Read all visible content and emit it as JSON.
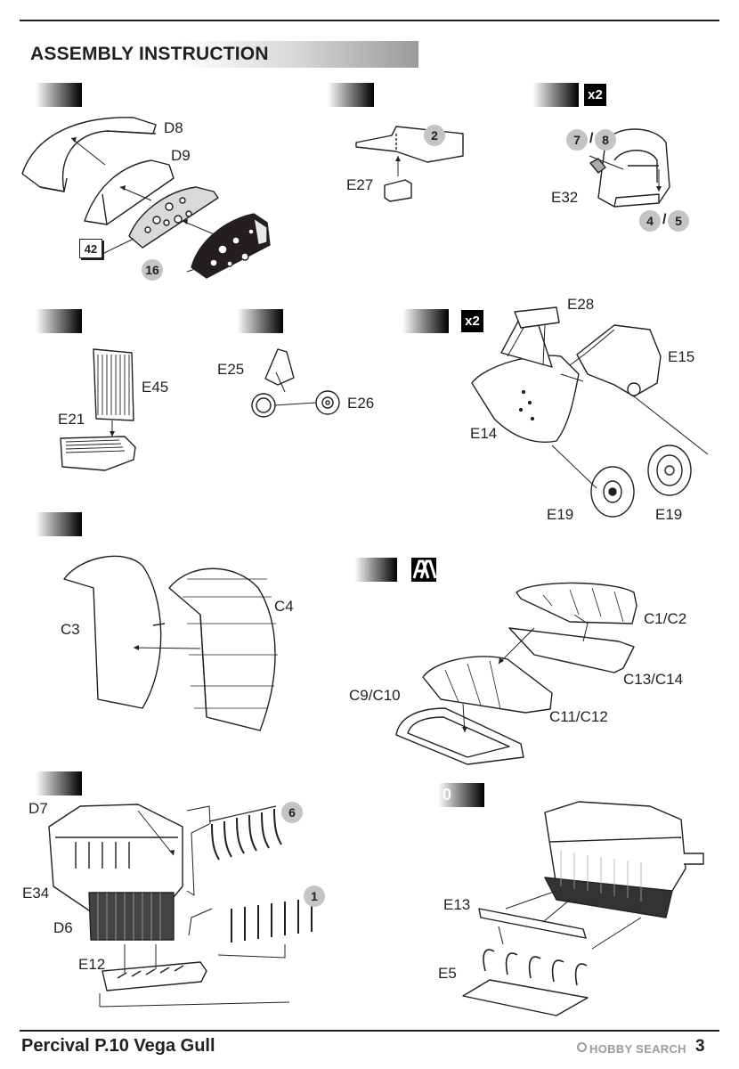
{
  "page": {
    "heading": "ASSEMBLY INSTRUCTION",
    "footer_title": "Percival P.10 Vega Gull",
    "page_number": "3",
    "watermark": "HOBBY SEARCH"
  },
  "badges": {
    "x2_seat": "x2",
    "x2_gear": "x2",
    "aa_icon": "AA"
  },
  "steps": {
    "panel": {
      "labels": [
        "D8",
        "D9"
      ],
      "refs": [
        "42",
        "16"
      ]
    },
    "floor": {
      "labels": [
        "E27"
      ],
      "refs": [
        "2"
      ]
    },
    "seat": {
      "labels": [
        "E32"
      ],
      "refs": [
        "7",
        "8",
        "4",
        "5"
      ]
    },
    "radiator": {
      "labels": [
        "E45",
        "E21"
      ]
    },
    "tailwheel": {
      "labels": [
        "E25",
        "E26"
      ]
    },
    "gear": {
      "labels": [
        "E28",
        "E15",
        "E14",
        "E19",
        "E19"
      ]
    },
    "fin": {
      "labels": [
        "C3",
        "C4"
      ]
    },
    "stabilizer": {
      "labels": [
        "C1/C2",
        "C13/C14",
        "C9/C10",
        "C11/C12"
      ]
    },
    "engine_left": {
      "labels": [
        "D7",
        "E34",
        "D6",
        "E12"
      ],
      "refs": [
        "6",
        "1"
      ]
    },
    "engine_right": {
      "tab_text": "0",
      "labels": [
        "E13",
        "E5"
      ]
    }
  },
  "colors": {
    "ink": "#231f20",
    "ref_grey": "#c4c4c4",
    "tab_dark": "#000000"
  }
}
